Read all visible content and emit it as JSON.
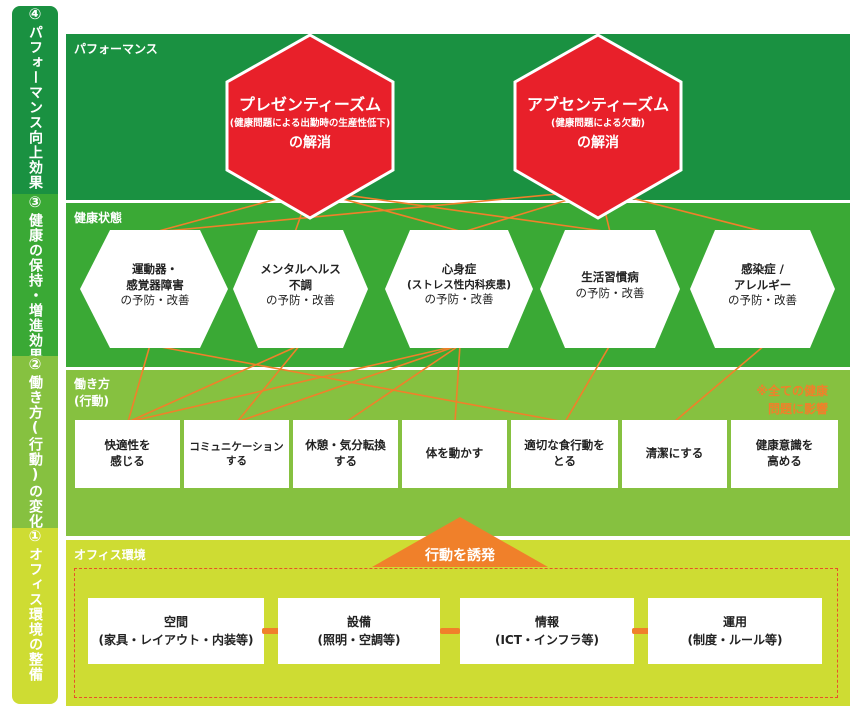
{
  "side_labels": {
    "s4_num": "④",
    "s4_text": "パフォーマンス向上効果",
    "s3_num": "③",
    "s3_text": "健康の保持・増進効果",
    "s2_num": "②",
    "s2_text": "働き方(行動)の変化",
    "s1_num": "①",
    "s1_text": "オフィス環境の整備"
  },
  "bands": {
    "performance": "パフォーマンス",
    "health": "健康状態",
    "work_line1": "働き方",
    "work_line2": "(行動)",
    "office": "オフィス環境"
  },
  "performance_hexes": [
    {
      "title": "プレゼンティーズム",
      "sub": "(健康問題による出勤時の生産性低下)",
      "tail": "の解消"
    },
    {
      "title": "アブセンティーズム",
      "sub": "(健康問題による欠勤)",
      "tail": "の解消"
    }
  ],
  "health_hexes": [
    {
      "l1": "運動器・",
      "l2": "感覚器障害",
      "l3": "の予防・改善"
    },
    {
      "l1": "メンタルヘルス",
      "l2": "不調",
      "l3": "の予防・改善"
    },
    {
      "l1": "心身症",
      "l2": "(ストレス性内科疾患)",
      "l3": "の予防・改善"
    },
    {
      "l1": "生活習慣病",
      "l2": "",
      "l3": "の予防・改善"
    },
    {
      "l1": "感染症 /",
      "l2": "アレルギー",
      "l3": "の予防・改善"
    }
  ],
  "work_note_line1": "※全ての健康",
  "work_note_line2": "問題に影響",
  "work_cards": [
    {
      "l1": "快適性を",
      "l2": "感じる"
    },
    {
      "l1": "コミュニケーション",
      "l2": "する"
    },
    {
      "l1": "休憩・気分転換",
      "l2": "する"
    },
    {
      "l1": "体を動かす",
      "l2": ""
    },
    {
      "l1": "適切な食行動を",
      "l2": "とる"
    },
    {
      "l1": "清潔にする",
      "l2": ""
    },
    {
      "l1": "健康意識を",
      "l2": "高める"
    }
  ],
  "trigger_label": "行動を誘発",
  "office_cards": [
    {
      "l1": "空間",
      "l2": "(家具・レイアウト・内装等)"
    },
    {
      "l1": "設備",
      "l2": "(照明・空調等)"
    },
    {
      "l1": "情報",
      "l2": "(ICT・インフラ等)"
    },
    {
      "l1": "運用",
      "l2": "(制度・ルール等)"
    }
  ],
  "colors": {
    "band_dark_green": "#1a9141",
    "band_green": "#3aa935",
    "band_light_green": "#86c140",
    "band_yellow_green": "#cedc33",
    "red": "#e8202a",
    "orange": "#f0802a"
  }
}
